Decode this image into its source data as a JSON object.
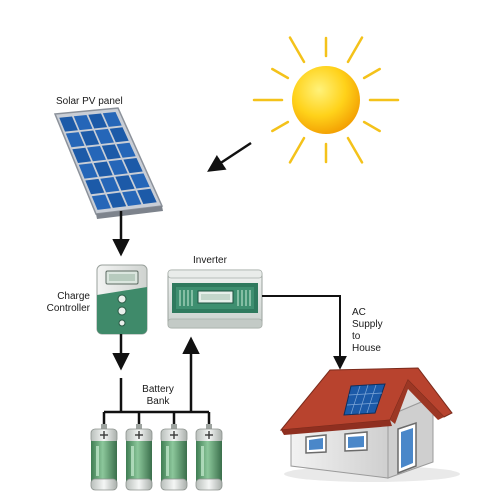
{
  "labels": {
    "solar_panel": "Solar PV panel",
    "charge_controller_line1": "Charge",
    "charge_controller_line2": "Controller",
    "inverter": "Inverter",
    "battery_bank_line1": "Battery",
    "battery_bank_line2": "Bank",
    "ac_supply_line1": "AC",
    "ac_supply_line2": "Supply",
    "ac_supply_line3": "to",
    "ac_supply_line4": "House"
  },
  "colors": {
    "sun": "#f7b500",
    "sun_rays": "#f4c21a",
    "panel_cells": "#1c5aa8",
    "panel_frame": "#c9ced6",
    "controller_body": "#e6e8e6",
    "controller_accent": "#3f8a6a",
    "inverter_body": "#dfe5e1",
    "inverter_accent": "#2f7a5e",
    "battery_body": "#5a9a6d",
    "battery_cap": "#dfe3e0",
    "roof": "#b8432e",
    "house_wall": "#e7e7e7",
    "wiring": "#111111"
  }
}
